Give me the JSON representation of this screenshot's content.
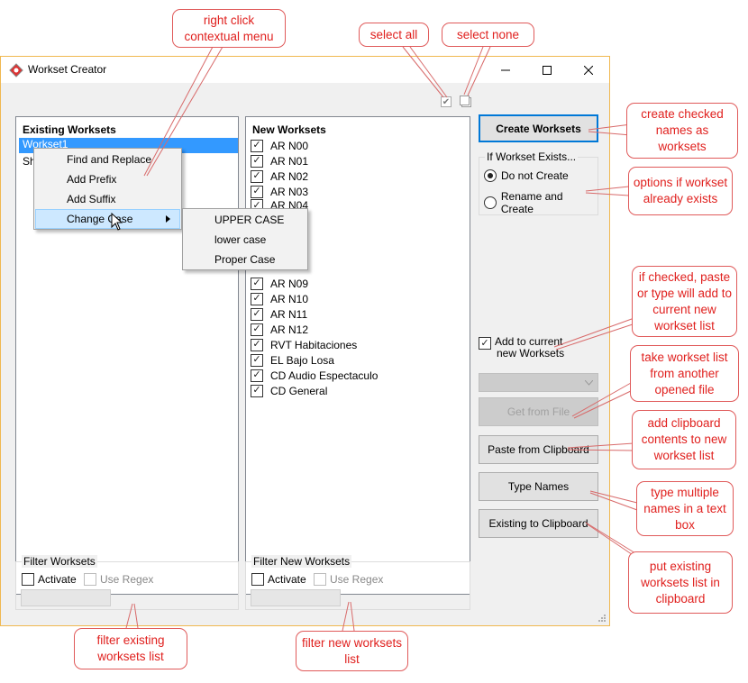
{
  "window": {
    "title": "Workset Creator"
  },
  "existing": {
    "header": "Existing Worksets",
    "items": [
      "Workset1",
      "Sh"
    ]
  },
  "newws": {
    "header": "New Worksets",
    "items_top": [
      "AR N00",
      "AR N01",
      "AR N02",
      "AR N03",
      "AR N04"
    ],
    "items_bottom": [
      "AR N09",
      "AR N10",
      "AR N11",
      "AR N12",
      "RVT Habitaciones",
      "EL Bajo Losa",
      "CD Audio Espectaculo",
      "CD General"
    ]
  },
  "context_menu": {
    "items": [
      "Find and Replace",
      "Add Prefix",
      "Add Suffix",
      "Change Case"
    ],
    "submenu": [
      "UPPER CASE",
      "lower case",
      "Proper Case"
    ]
  },
  "buttons": {
    "create": "Create Worksets",
    "get_from_file": "Get from File",
    "paste": "Paste from Clipboard",
    "type_names": "Type Names",
    "existing_clip": "Existing to Clipboard"
  },
  "if_exists": {
    "title": "If Workset Exists...",
    "opt1": "Do not Create",
    "opt2": "Rename and Create",
    "selected": "Do not Create"
  },
  "add_current": {
    "line1": "Add to current",
    "line2": "new Worksets",
    "checked": true
  },
  "filter_existing": {
    "title": "Filter Worksets",
    "activate": "Activate",
    "regex": "Use Regex"
  },
  "filter_new": {
    "title": "Filter New Worksets",
    "activate": "Activate",
    "regex": "Use Regex"
  },
  "callouts": {
    "right_click": "right click contextual menu",
    "select_all": "select all",
    "select_none": "select none",
    "create_checked": "create checked names as worksets",
    "options": "options if workset already exists",
    "if_checked": "if checked, paste or type will add to current new workset list",
    "take_list": "take workset list from another opened file",
    "add_clipboard": "add clipboard contents to new workset list",
    "type_multiple": "type multiple names in a text box",
    "put_existing": "put existing worksets list in clipboard",
    "filter_existing": "filter existing worksets list",
    "filter_new": "filter new worksets list"
  },
  "colors": {
    "callout_text": "#e0201e",
    "callout_border": "#e05a5a",
    "selection": "#3399ff",
    "window_border": "#f0b850"
  },
  "icons": [
    "app-icon",
    "minimize-icon",
    "maximize-icon",
    "close-icon",
    "submenu-arrow-icon",
    "mouse-cursor-icon",
    "dropdown-chevron-icon"
  ]
}
